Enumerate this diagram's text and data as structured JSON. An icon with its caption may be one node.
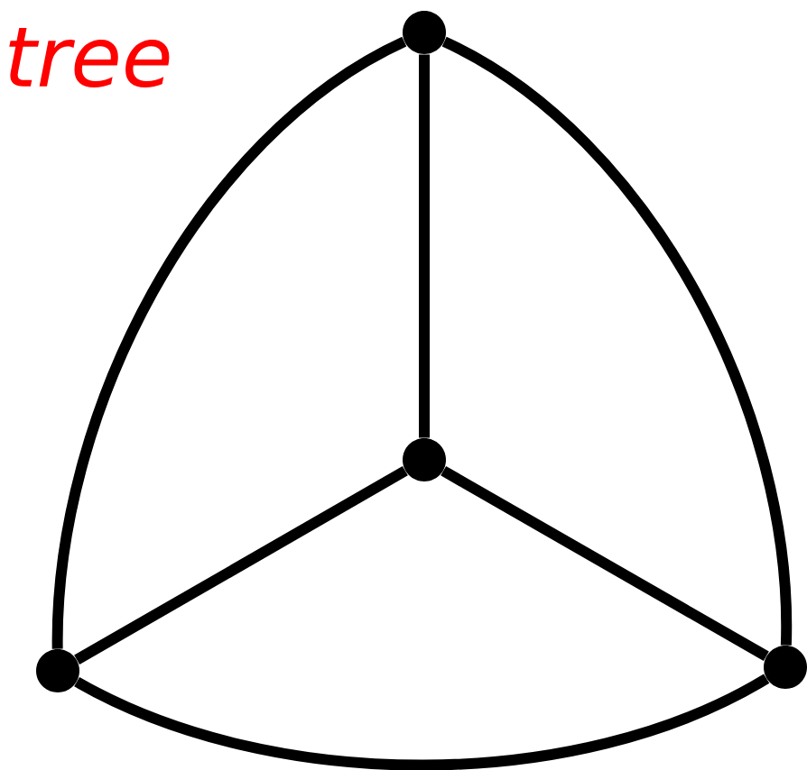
{
  "diagram": {
    "nodes": [
      {
        "text": [],
        "shape": "circle"
      },
      {
        "text": [],
        "shape": "circle"
      },
      {
        "text": [],
        "shape": "circle"
      },
      {
        "text": [],
        "shape": "circle"
      }
    ],
    "edges": [
      {
        "from": 0,
        "to": 1,
        "arrow": "none"
      },
      {
        "from": 1,
        "to": 2,
        "arrow": "none"
      },
      {
        "from": 1,
        "to": 3,
        "arrow": "none"
      },
      {
        "from": 0,
        "to": 2,
        "arrow": "none"
      },
      {
        "from": 0,
        "to": 3,
        "arrow": "none"
      },
      {
        "from": 2,
        "to": 3,
        "arrow": "none"
      }
    ],
    "labels": [
      "tree"
    ]
  }
}
